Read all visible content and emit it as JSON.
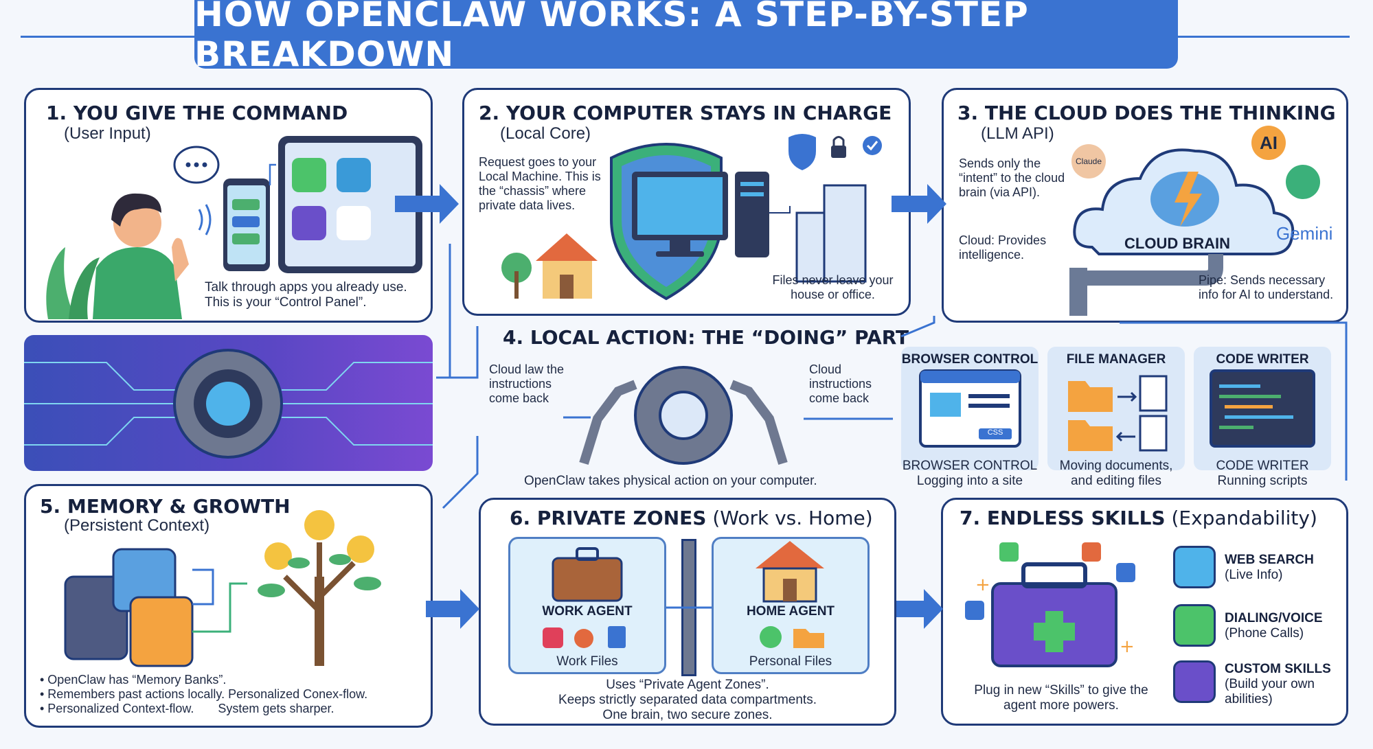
{
  "title": "HOW OPENCLAW WORKS: A STEP-BY-STEP BREAKDOWN",
  "step1": {
    "title": "1. YOU GIVE THE COMMAND",
    "subtitle": "(User Input)",
    "caption": "Talk through apps you already use. This is your “Control Panel”."
  },
  "step2": {
    "title": "2. YOUR COMPUTER STAYS IN CHARGE",
    "subtitle": "(Local Core)",
    "description": "Request goes to your Local Machine. This is the “chassis” where private data lives.",
    "caption": "Files never leave your house or office."
  },
  "step3": {
    "title": "3. THE CLOUD DOES THE THINKING",
    "subtitle": "(LLM API)",
    "description": "Sends only the “intent” to the cloud brain (via API).",
    "cloud_note": "Cloud: Provides intelligence.",
    "cloud_label": "CLOUD BRAIN",
    "pipe_note": "Pipe: Sends necessary info for AI to understand.",
    "logos": {
      "claude": "Claude",
      "anthropic": "AI",
      "gemini": "Gemini"
    }
  },
  "step4": {
    "title": "4. LOCAL ACTION: THE “DOING” PART",
    "left_note": "Cloud law the instructions come back",
    "right_note": "Cloud instructions come back",
    "caption": "OpenClaw takes physical action on your computer.",
    "tools": [
      {
        "header": "BROWSER CONTROL",
        "name": "BROWSER CONTROL",
        "desc": "Logging into a site",
        "badge": "CSS"
      },
      {
        "header": "FILE MANAGER",
        "name": "Moving documents,",
        "desc": "and editing files"
      },
      {
        "header": "CODE WRITER",
        "name": "CODE WRITER",
        "desc": "Running scripts"
      }
    ]
  },
  "step5": {
    "title": "5. MEMORY & GROWTH",
    "subtitle": "(Persistent Context)",
    "bullets": [
      "• OpenClaw has “Memory Banks”.",
      "• Remembers past actions locally. Personalized Conex-flow.",
      "• Personalized Context-flow.       System gets sharper."
    ]
  },
  "step6": {
    "title_bold": "6. PRIVATE ZONES",
    "title_rest": " (Work vs. Home)",
    "work_label": "WORK AGENT",
    "work_files": "Work Files",
    "home_label": "HOME AGENT",
    "home_files": "Personal Files",
    "caption": [
      "Uses “Private Agent Zones”.",
      "Keeps strictly separated data compartments.",
      "One brain, two secure zones."
    ]
  },
  "step7": {
    "title_bold": "7. ENDLESS SKILLS",
    "title_rest": " (Expandability)",
    "caption": "Plug in new “Skills” to give the agent more powers.",
    "skills": [
      {
        "name": "WEB SEARCH",
        "detail": "(Live Info)"
      },
      {
        "name": "DIALING/VOICE",
        "detail": "(Phone Calls)"
      },
      {
        "name": "CUSTOM SKILLS",
        "detail": "(Build your own abilities)"
      }
    ]
  },
  "colors": {
    "title_blue": "#3a73d1",
    "border_navy": "#1f3a78",
    "arrow_blue": "#3a73d1",
    "shield_green": "#3bb07a",
    "memory_orange": "#f4a340",
    "circuit_purple": "#6a4fc9"
  }
}
